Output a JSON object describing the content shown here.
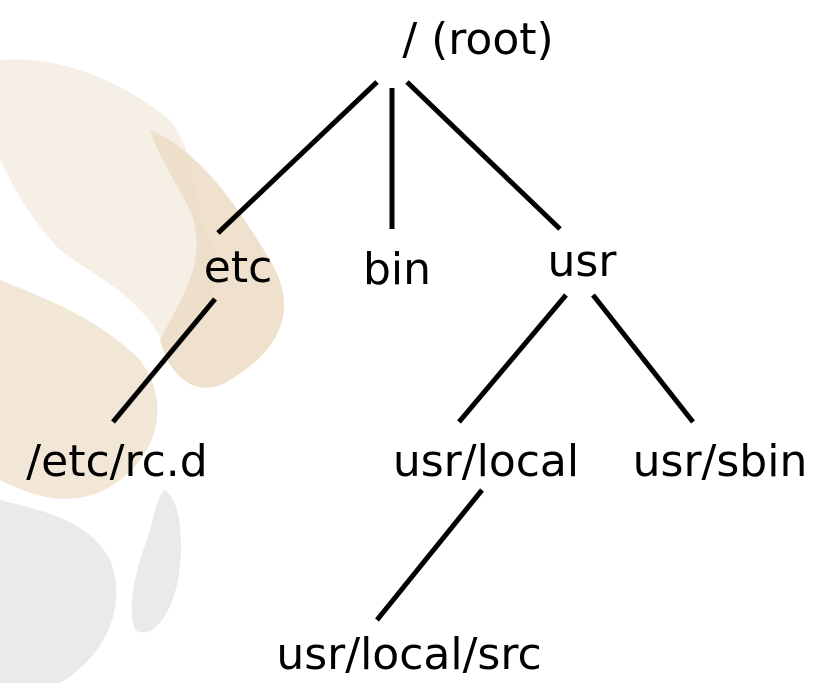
{
  "colors": {
    "background": "#ffffff",
    "text": "#000000",
    "edge": "#000000",
    "map_light": "#f6efe6",
    "map_tan": "#ecdcc6",
    "map_grey": "#e6e8ea"
  },
  "tree": {
    "nodes": [
      {
        "id": "root",
        "label": "/ (root)"
      },
      {
        "id": "etc",
        "label": "etc"
      },
      {
        "id": "bin",
        "label": "bin"
      },
      {
        "id": "usr",
        "label": "usr"
      },
      {
        "id": "etc-rc-d",
        "label": "/etc/rc.d"
      },
      {
        "id": "usr-local",
        "label": "usr/local"
      },
      {
        "id": "usr-sbin",
        "label": "usr/sbin"
      },
      {
        "id": "usr-local-src",
        "label": "usr/local/src"
      }
    ],
    "edges": [
      {
        "from": "root",
        "to": "etc"
      },
      {
        "from": "root",
        "to": "bin"
      },
      {
        "from": "root",
        "to": "usr"
      },
      {
        "from": "etc",
        "to": "etc-rc-d"
      },
      {
        "from": "usr",
        "to": "usr-local"
      },
      {
        "from": "usr",
        "to": "usr-sbin"
      },
      {
        "from": "usr-local",
        "to": "usr-local-src"
      }
    ]
  }
}
